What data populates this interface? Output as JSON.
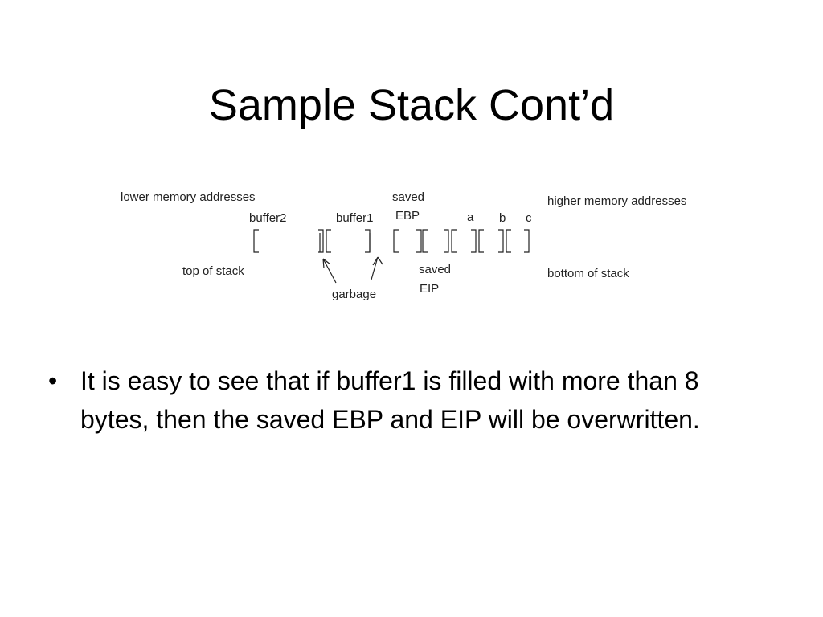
{
  "slide": {
    "title": "Sample Stack Cont’d"
  },
  "diagram": {
    "lower_label": "lower memory addresses",
    "higher_label": "higher memory addresses",
    "buffer2_label": "buffer2",
    "buffer1_label": "buffer1",
    "saved_ebp_line1": "saved",
    "saved_ebp_line2": "EBP",
    "a_label": "a",
    "b_label": "b",
    "c_label": "c",
    "top_label": "top of stack",
    "bottom_label": "bottom of stack",
    "garbage_label": "garbage",
    "saved_eip_line1": "saved",
    "saved_eip_line2": "EIP"
  },
  "bullets": [
    {
      "marker": "•",
      "text": "It is easy to see that if buffer1 is filled with more than 8 bytes, then the saved EBP and EIP will be overwritten."
    }
  ]
}
